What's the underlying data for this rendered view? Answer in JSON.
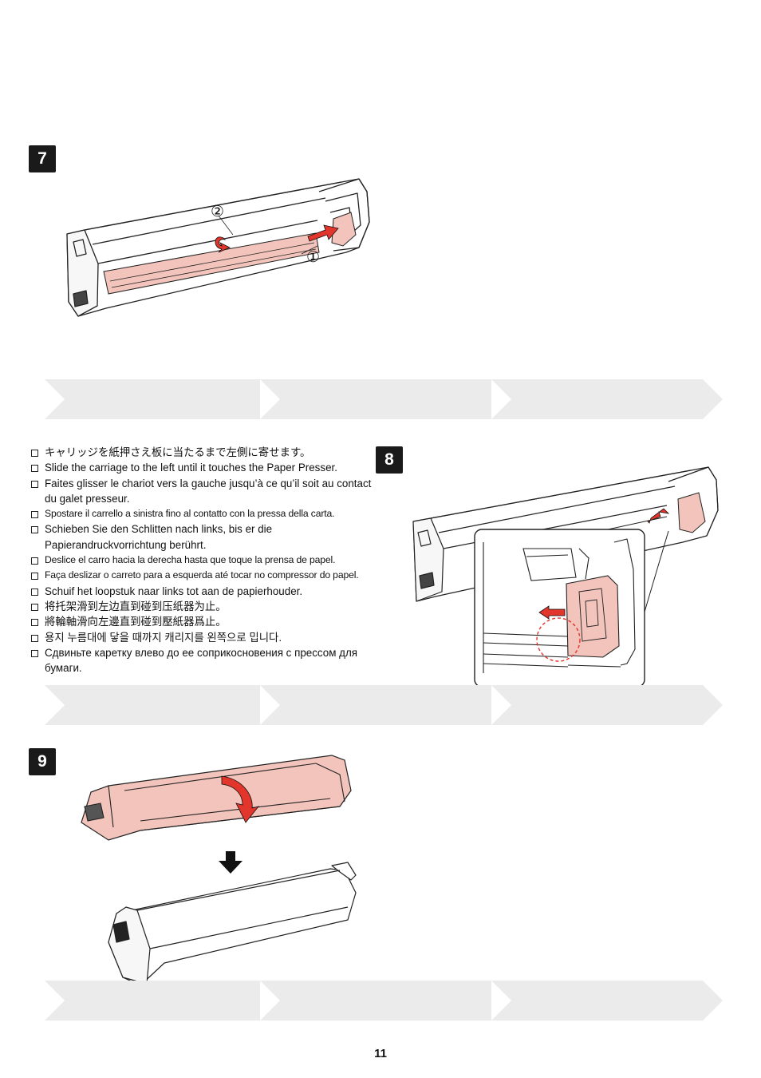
{
  "steps": {
    "step7": {
      "number": "7",
      "callout_1": "①",
      "callout_2": "②"
    },
    "step8": {
      "number": "8"
    },
    "step9": {
      "number": "9"
    }
  },
  "instructions": [
    "キャリッジを紙押さえ板に当たるまで左側に寄せます。",
    "Slide the carriage to the left until it touches the Paper Presser.",
    "Faites glisser le chariot vers la gauche jusqu’à ce qu’il soit au contact du galet presseur.",
    "Spostare il carrello a sinistra fino al contatto con la pressa della carta.",
    "Schieben Sie den Schlitten nach links, bis er die Papierandruckvorrichtung berührt.",
    "Deslice el carro hacia la derecha hasta que toque la prensa de papel.",
    "Faça deslizar o carreto para a esquerda até tocar no compressor do papel.",
    "Schuif het loopstuk naar links tot aan de papierhouder.",
    "将托架滑到左边直到碰到压纸器为止。",
    "將輪軸滑向左邊直到碰到壓紙器爲止。",
    "용지 누름대에 닿을 때까지 캐리지를 왼쪽으로 밉니다.",
    "Сдвиньте каретку влево до ее соприкосновения с прессом для бумаги."
  ],
  "page_number": "11",
  "colors": {
    "highlight": "#f2c4bb",
    "arrow": "#e2352b",
    "band": "#ebebeb",
    "badge": "#1a1a1a"
  }
}
